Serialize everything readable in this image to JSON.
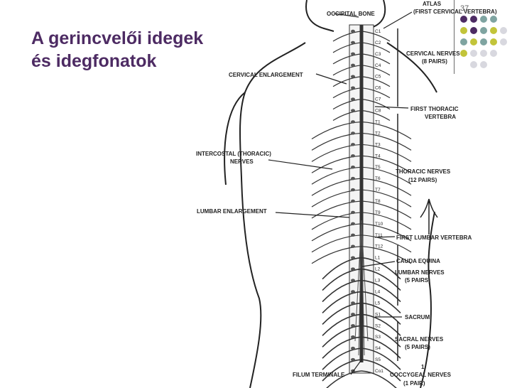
{
  "slide": {
    "title_line1": "A gerincvelői idegek",
    "title_line2": "és idegfonatok",
    "number": "37"
  },
  "palette": {
    "purple": "#4d2b63",
    "teal": "#7fa4a1",
    "olive": "#c2c43a",
    "grey": "#d8d8df"
  },
  "dot_grid": [
    [
      "purple",
      "purple",
      "teal",
      "teal",
      "none"
    ],
    [
      "olive",
      "purple",
      "teal",
      "olive",
      "grey"
    ],
    [
      "teal",
      "olive",
      "teal",
      "olive",
      "grey"
    ],
    [
      "olive",
      "grey",
      "grey",
      "grey",
      "none"
    ],
    [
      "none",
      "grey",
      "grey",
      "none",
      "none"
    ]
  ],
  "labels": {
    "occipital_bone": "OCCIPITAL BONE",
    "atlas": "ATLAS",
    "atlas_sub": "(FIRST CERVICAL VERTEBRA)",
    "cervical_nerves": "CERVICAL NERVES",
    "cervical_nerves_sub": "(8 PAIRS)",
    "cervical_enlargement": "CERVICAL ENLARGEMENT",
    "first_thoracic": "FIRST THORACIC",
    "first_thoracic_sub": "VERTEBRA",
    "intercostal": "INTERCOSTAL (THORACIC)",
    "intercostal_sub": "NERVES",
    "thoracic_nerves": "THORACIC NERVES",
    "thoracic_nerves_sub": "(12 PAIRS)",
    "lumbar_enlargement": "LUMBAR ENLARGEMENT",
    "first_lumbar": "FIRST LUMBAR VERTEBRA",
    "cauda_equina": "CAUDA EQUINA",
    "lumbar_nerves": "LUMBAR NERVES",
    "lumbar_nerves_sub": "(5 PAIRS)",
    "sacrum": "SACRUM",
    "sacral_nerves": "SACRAL NERVES",
    "sacral_nerves_sub": "(5 PAIRS)",
    "filum_terminale": "FILUM TERMINALE",
    "coccygeal_num": "1",
    "coccygeal_nerves": "COCCYGEAL NERVES",
    "coccygeal_nerves_sub": "(1 PAIR)"
  },
  "vertebrae": [
    "C1",
    "C2",
    "C3",
    "C4",
    "C5",
    "C6",
    "C7",
    "C8",
    "T1",
    "T2",
    "T3",
    "T4",
    "T5",
    "T6",
    "T7",
    "T8",
    "T9",
    "T10",
    "T11",
    "T12",
    "L1",
    "L2",
    "L3",
    "L4",
    "L5",
    "S1",
    "S2",
    "S3",
    "S4",
    "S5",
    "Co1"
  ]
}
